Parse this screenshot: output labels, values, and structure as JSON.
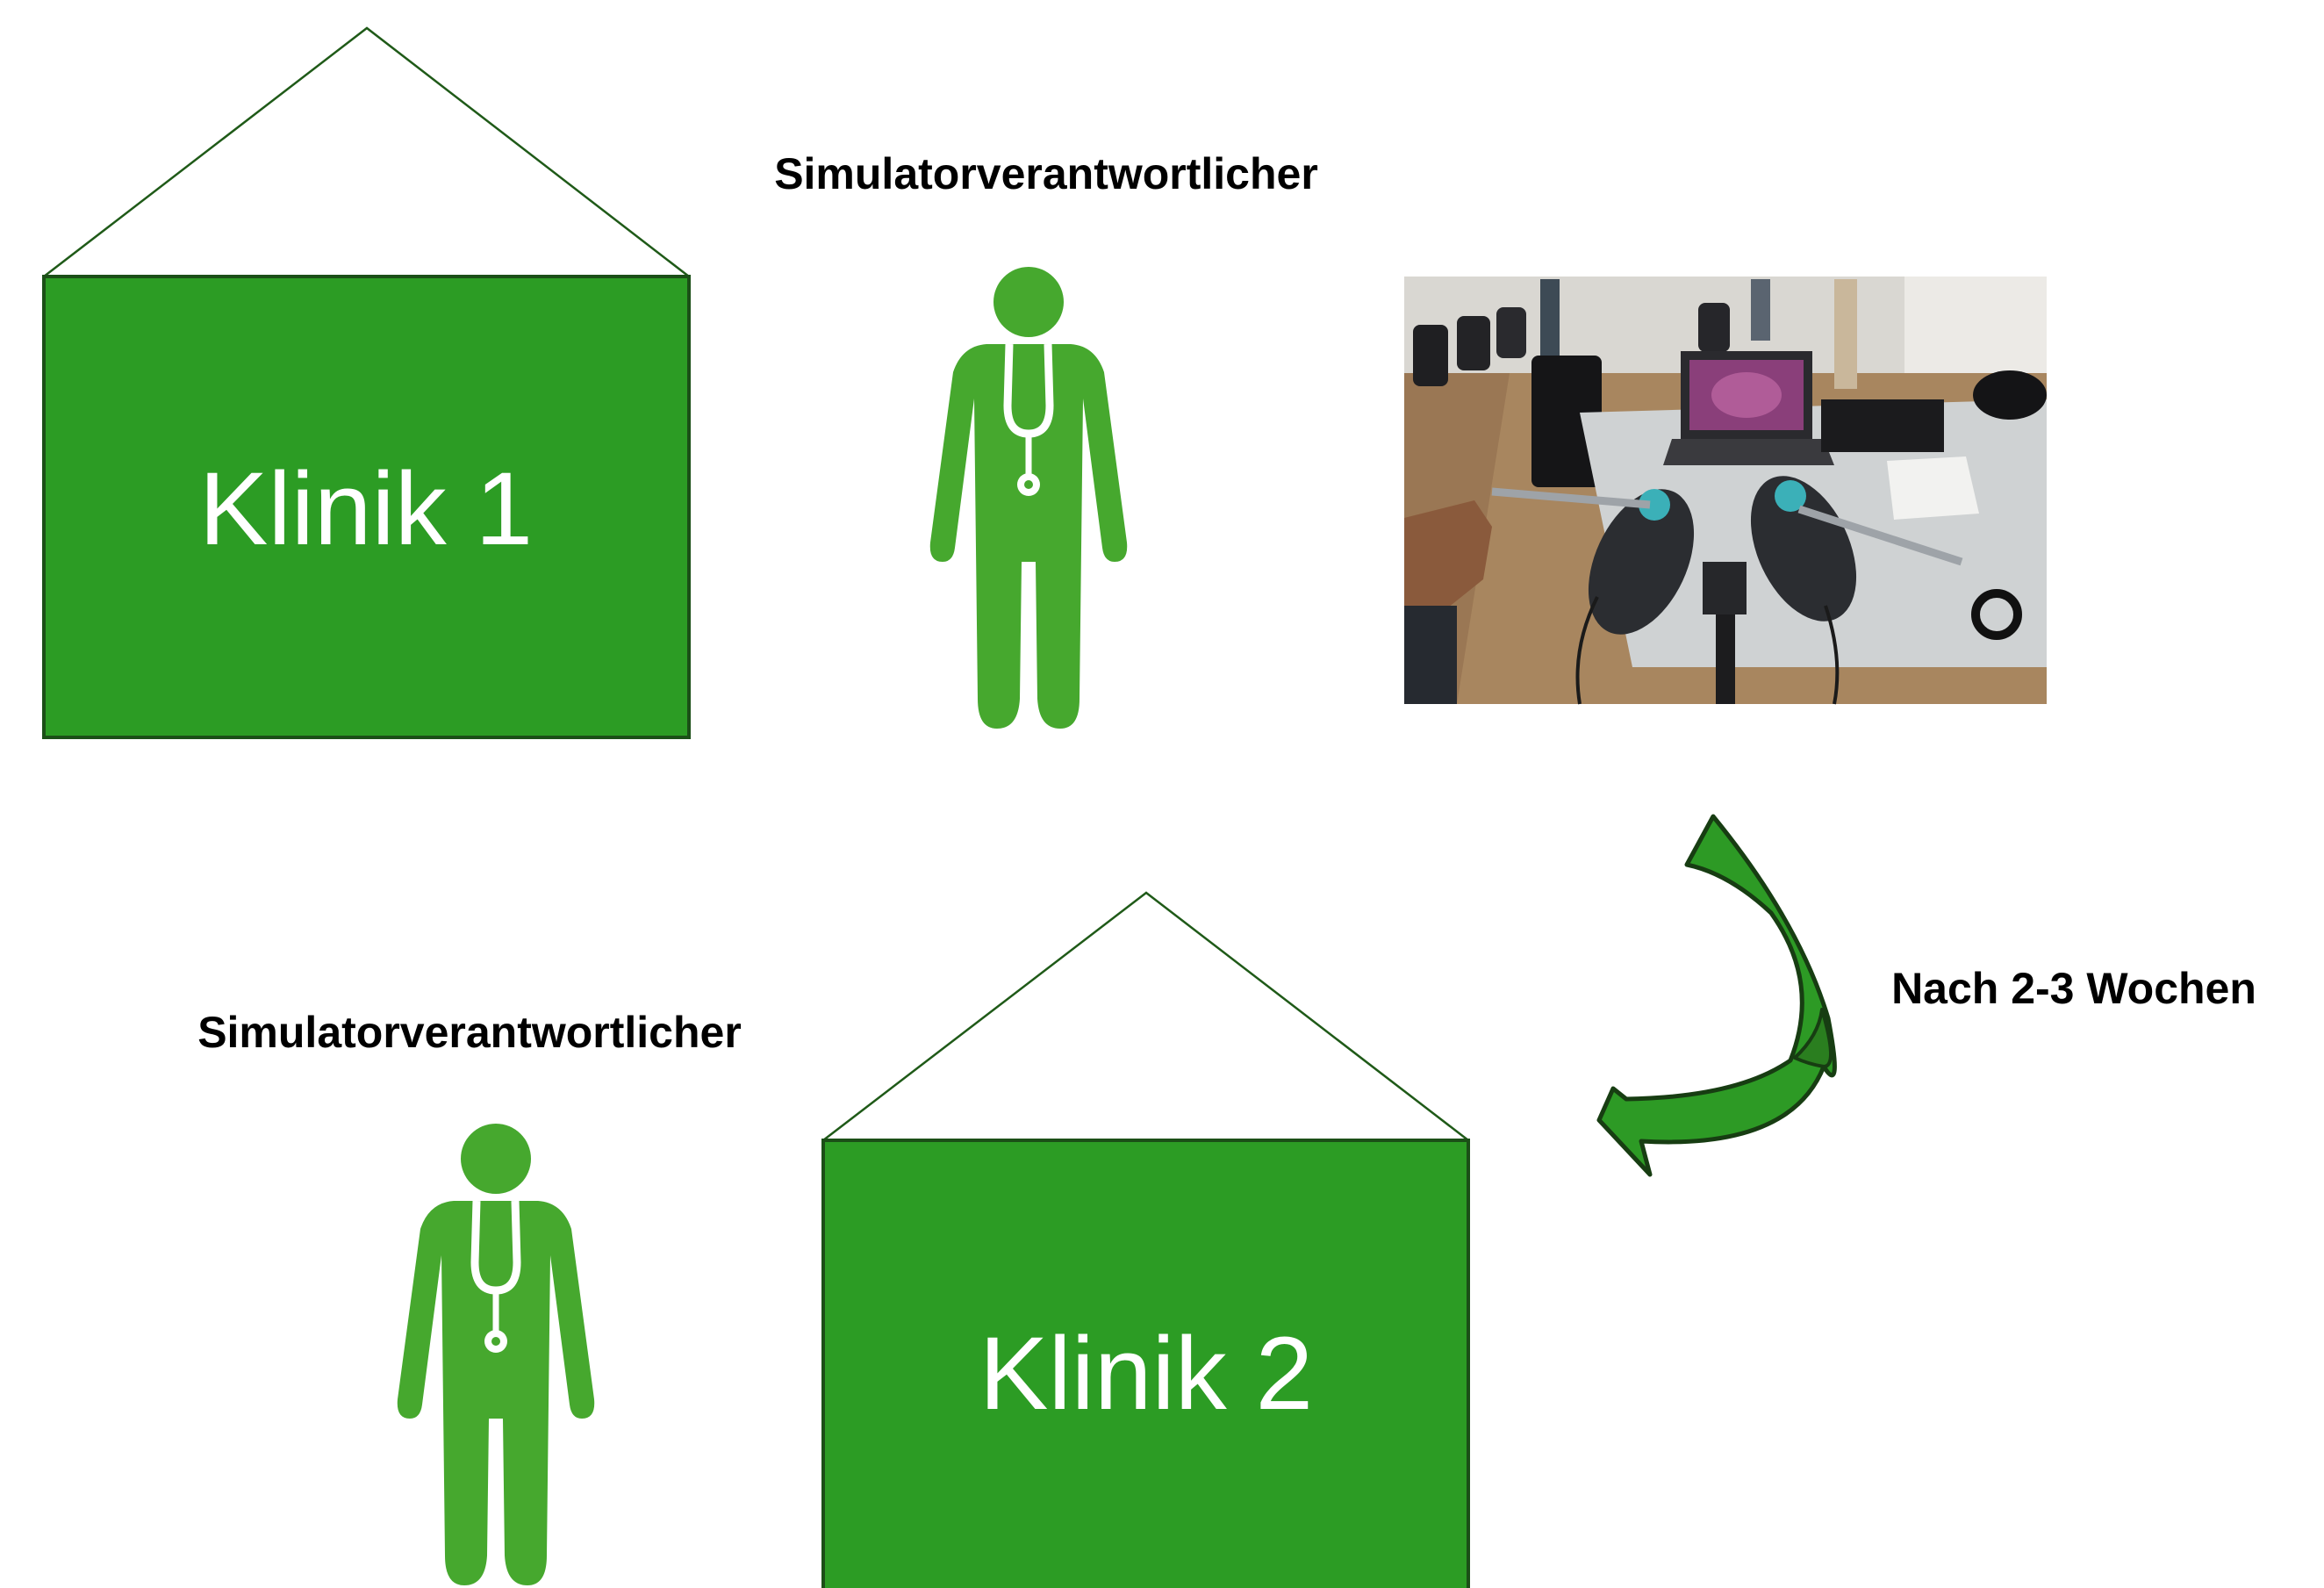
{
  "colors": {
    "house_fill": "#2c9c24",
    "house_border": "#1b4f17",
    "roof_stroke": "#1f5a18",
    "doctor_fill": "#46a82e",
    "arrow_fill": "#2d9a25",
    "arrow_dark": "#2a7e1f",
    "arrow_stroke": "#173d12"
  },
  "clinic_1": {
    "label": "Klinik 1"
  },
  "clinic_2": {
    "label": "Klinik 2"
  },
  "role_1": {
    "label": "Simulatorverantwortlicher",
    "icon": "doctor-stethoscope-icon"
  },
  "role_2": {
    "label": "Simulatorverantwortlicher",
    "icon": "doctor-stethoscope-icon"
  },
  "photo": {
    "subject": "laparoscopic VR simulator with laptop and instrument handles"
  },
  "transfer": {
    "label": "Nach 2-3 Wochen",
    "icon": "curved-arrow-icon"
  }
}
